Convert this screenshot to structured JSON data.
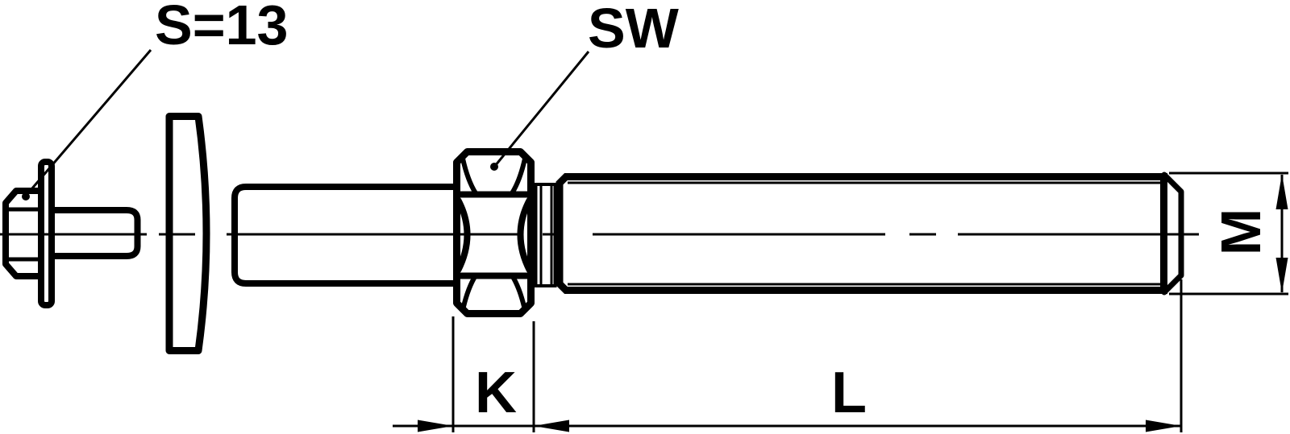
{
  "drawing": {
    "labels": {
      "wrench_size": "S=13",
      "nut_wrench_size": "SW",
      "nut_width": "K",
      "thread_length": "L",
      "thread_diameter": "M"
    },
    "colors": {
      "ink": "#000000",
      "paper": "#ffffff"
    }
  }
}
